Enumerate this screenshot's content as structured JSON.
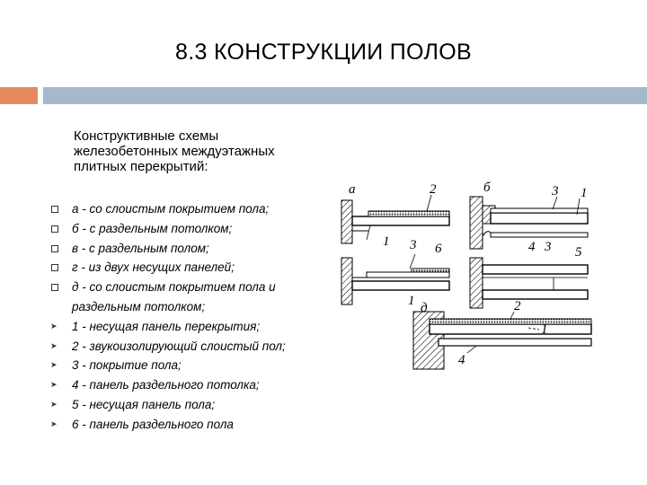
{
  "title": "8.3 КОНСТРУКЦИИ ПОЛОВ",
  "heading": "Конструктивные схемы железобетонных междуэтажных плитных перекрытий:",
  "items": [
    {
      "marker": "square",
      "text": "а - со слоистым покрытием пола;"
    },
    {
      "marker": "square",
      "text": "б - с раздельным потолком;"
    },
    {
      "marker": "square",
      "text": "в - с раздельным полом;"
    },
    {
      "marker": "square",
      "text": "г - из двух несущих панелей;"
    },
    {
      "marker": "square",
      "text": "д - со слоистым покрытием пола и"
    },
    {
      "marker": "none",
      "text": "раздельным потолком;"
    },
    {
      "marker": "arrow",
      "text": "1 - несущая панель перекрытия;"
    },
    {
      "marker": "arrow",
      "text": "2 - звукоизолирующий слоистый пол;"
    },
    {
      "marker": "arrow",
      "text": "3 - покрытие пола;"
    },
    {
      "marker": "arrow",
      "text": "4 - панель раздельного потолка;"
    },
    {
      "marker": "arrow",
      "text": "5 - несущая панель пола;"
    },
    {
      "marker": "arrow",
      "text": "6 - панель раздельного пола"
    }
  ],
  "diagram_labels": {
    "a": "а",
    "b": "б",
    "d": "д",
    "n1": "1",
    "n2": "2",
    "n3": "3",
    "n4": "4",
    "n5": "5",
    "n6": "6"
  },
  "colors": {
    "orange_bar": "#e58a5c",
    "blue_bar": "#a5b8cc"
  }
}
